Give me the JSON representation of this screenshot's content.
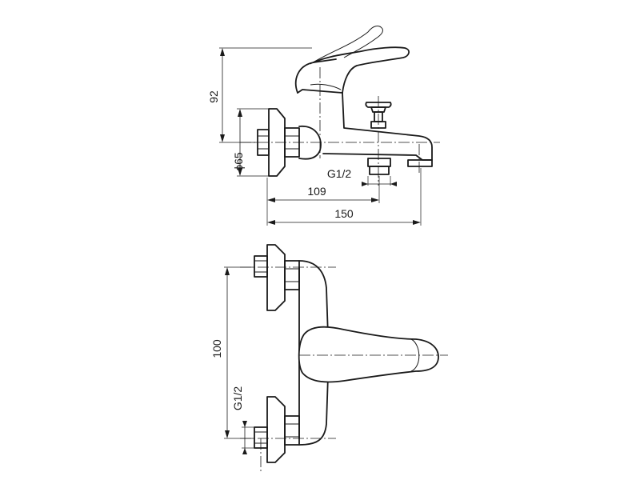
{
  "dimensions": {
    "height": "92",
    "diameter": "ϕ65",
    "thread_top": "G1/2",
    "depth_inner": "109",
    "depth_total": "150",
    "spacing": "100",
    "thread_plan": "G1/2"
  }
}
